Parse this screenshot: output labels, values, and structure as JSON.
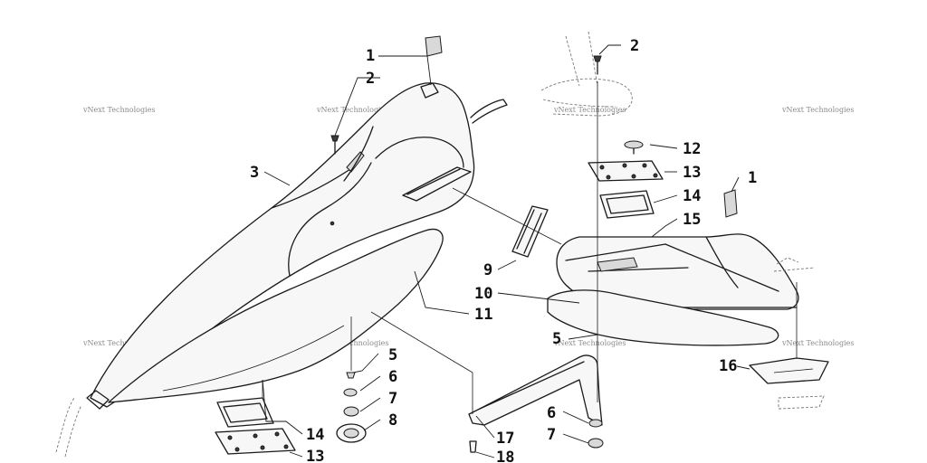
{
  "watermark": "vNext Technologies",
  "callouts": {
    "c1a": "1",
    "c2a": "2",
    "c3": "3",
    "c5a": "5",
    "c6a": "6",
    "c7a": "7",
    "c8": "8",
    "c14a": "14",
    "c13a": "13",
    "c11": "11",
    "c9": "9",
    "c10": "10",
    "c2b": "2",
    "c12": "12",
    "c13b": "13",
    "c14b": "14",
    "c15": "15",
    "c1b": "1",
    "c5b": "5",
    "c16": "16",
    "c6b": "6",
    "c7b": "7",
    "c17": "17",
    "c18": "18"
  }
}
